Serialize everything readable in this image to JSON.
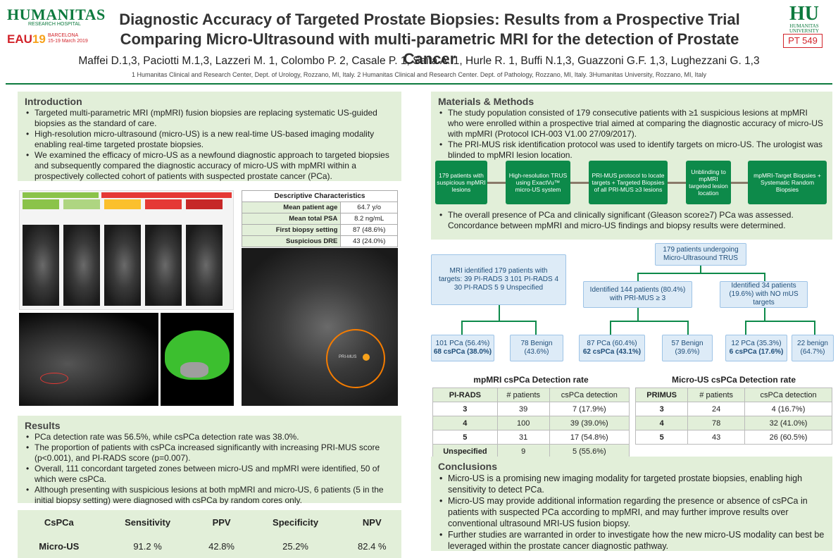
{
  "header": {
    "logo_left": "HUMANITAS",
    "logo_left_sub": "RESEARCH HOSPITAL",
    "eau_prefix": "EAU",
    "eau_year": "19",
    "eau_city": "BARCELONA",
    "eau_dates": "15-19 March 2019",
    "title_line1": "Diagnostic Accuracy of Targeted Prostate Biopsies: Results from a Prospective Trial",
    "title_line2": "Comparing Micro-Ultrasound with multi-parametric MRI for the detection of Prostate Cancer",
    "logo_right": "HU",
    "logo_right_sub1": "HUMANITAS",
    "logo_right_sub2": "UNIVERSITY",
    "poster_id": "PT 549",
    "authors": "Maffei D.1,3, Paciotti M.1,3, Lazzeri M. 1, Colombo P. 2, Casale P. 1, Saita A. 1, Hurle R. 1, Buffi N.1,3, Guazzoni G.F. 1,3, Lughezzani G. 1,3",
    "affiliations": "1 Humanitas Clinical and Research Center, Dept. of Urology, Rozzano, MI, Italy. 2 Humanitas Clinical and Research Center. Dept. of Pathology, Rozzano, MI, Italy. 3Humanitas University, Rozzano, MI, Italy"
  },
  "introduction": {
    "heading": "Introduction",
    "bullets": [
      "Targeted multi-parametric MRI (mpMRI) fusion biopsies are replacing systematic US-guided biopsies as the standard of care.",
      "High-resolution micro-ultrasound (micro-US) is a new real-time US-based imaging modality enabling real-time targeted prostate biopsies.",
      "We examined the efficacy of micro-US as a newfound diagnostic approach to targeted biopsies and subsequently compared the diagnostic accuracy of micro-US with mpMRI within a prospectively collected cohort of patients with suspected prostate cancer (PCa)."
    ]
  },
  "descriptive": {
    "title": "Descriptive Characteristics",
    "rows": [
      {
        "k": "Mean patient age",
        "v": "64.7 y/o"
      },
      {
        "k": "Mean total PSA",
        "v": "8.2 ng/mL"
      },
      {
        "k": "First biopsy setting",
        "v": "87 (48.6%)"
      },
      {
        "k": "Suspicious DRE",
        "v": "43 (24.0%)"
      }
    ]
  },
  "ultrasound_label": "PRI-MUS",
  "results": {
    "heading": "Results",
    "bullets": [
      "PCa detection rate was 56.5%, while csPCa detection rate was 38.0%.",
      "The proportion of patients with csPCa increased significantly with increasing PRI-MUS score (p<0.001), and PI-RADS score (p=0.007).",
      "Overall, 111 concordant targeted zones between micro-US and mpMRI were identified, 50 of which were csPCa.",
      "Although presenting with suspicious lesions at both mpMRI and micro-US, 6 patients (5 in the initial biopsy setting) were diagnosed with csPCa by random cores only."
    ]
  },
  "accuracy": {
    "headers": [
      "CsPCa",
      "Sensitivity",
      "PPV",
      "Specificity",
      "NPV"
    ],
    "row": [
      "Micro-US",
      "91.2 %",
      "42.8%",
      "25.2%",
      "82.4 %"
    ]
  },
  "methods": {
    "heading": "Materials & Methods",
    "bullets": [
      "The study population consisted of 179 consecutive patients with ≥1 suspicious lesions at mpMRI who were enrolled within a prospective trial aimed at comparing the diagnostic accuracy of micro-US with mpMRI (Protocol ICH-003 V1.00 27/09/2017).",
      "The PRI-MUS risk identification protocol was used to identify targets on micro-US. The urologist was blinded to mpMRI lesion location."
    ],
    "flow": [
      "179 patients with suspicious mpMRI lesions",
      "High-resolution TRUS using ExactVu™ micro-US system",
      "PRI-MUS protocol to locate targets + Targeted Biopsies of all PRI-MUS ≥3 lesions",
      "Unblinding to mpMRI targeted lesion location",
      "mpMRI-Target Biopsies + Systematic Random Biopsies"
    ],
    "bullet_after": "The overall presence of PCa and clinically significant (Gleason score≥7) PCa was assessed. Concordance between mpMRI and micro-US findings and biopsy results were determined."
  },
  "tree": {
    "mri": "MRI identified 179 patients with targets: 39 PI-RADS 3 101 PI-RADS 4 30 PI-RADS 5 9 Unspecified",
    "mri_pca": "101 PCa (56.4%)",
    "mri_cspca": "68 csPCa (38.0%)",
    "mri_benign": "78 Benign (43.6%)",
    "root": "179 patients undergoing Micro-Ultrasound TRUS",
    "left": "Identified 144 patients (80.4%) with PRI-MUS ≥ 3",
    "right": "Identified 34 patients (19.6%) with NO mUS targets",
    "l_pca": "87 PCa (60.4%)",
    "l_cspca": "62 csPCa (43.1%)",
    "l_benign": "57 Benign (39.6%)",
    "r_pca": "12 PCa (35.3%)",
    "r_cspca": "6 csPCa (17.6%)",
    "r_benign": "22 benign (64.7%)"
  },
  "mpmri_table": {
    "caption": "mpMRI csPCa Detection rate",
    "headers": [
      "PI-RADS",
      "# patients",
      "csPCa detection"
    ],
    "rows": [
      [
        "3",
        "39",
        "7 (17.9%)"
      ],
      [
        "4",
        "100",
        "39 (39.0%)"
      ],
      [
        "5",
        "31",
        "17 (54.8%)"
      ],
      [
        "Unspecified",
        "9",
        "5 (55.6%)"
      ]
    ]
  },
  "microus_table": {
    "caption": "Micro-US csPCa Detection rate",
    "headers": [
      "PRIMUS",
      "# patients",
      "csPCa detection"
    ],
    "rows": [
      [
        "3",
        "24",
        "4 (16.7%)"
      ],
      [
        "4",
        "78",
        "32 (41.0%)"
      ],
      [
        "5",
        "43",
        "26 (60.5%)"
      ]
    ]
  },
  "conclusions": {
    "heading": "Conclusions",
    "bullets": [
      "Micro-US is a promising new imaging modality for targeted prostate biopsies, enabling high sensitivity to detect PCa.",
      "Micro-US may provide additional information regarding the presence or absence of csPCa in patients with suspected PCa according to mpMRI, and may further improve results over conventional ultrasound MRI-US fusion biopsy.",
      "Further studies are warranted in order to investigate how the new micro-US modality can best be leveraged within the prostate cancer diagnostic pathway."
    ]
  }
}
